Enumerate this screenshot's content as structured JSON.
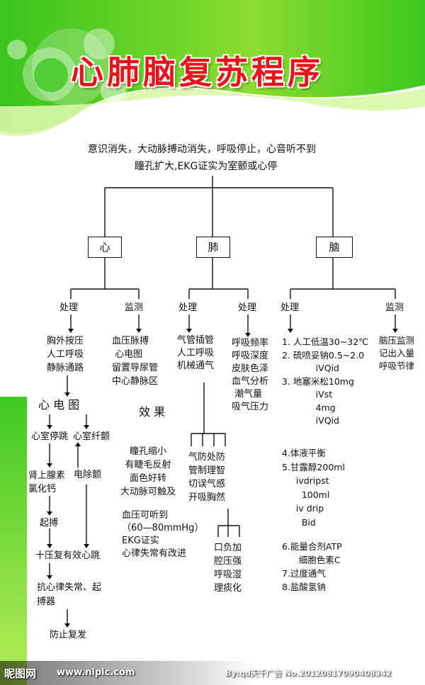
{
  "header": {
    "title": "心肺脑复苏程序"
  },
  "intro": {
    "line1": "意识消失，大动脉搏动消失，呼吸停止，心音听不到",
    "line2": "瞳孔扩大,EKG证实为室颤或心停"
  },
  "branches": {
    "heart": "心",
    "lung": "肺",
    "brain": "脑"
  },
  "heart": {
    "treat_label": "处理",
    "monitor_label": "监测",
    "treat_text": "胸外按压\n人工呼吸\n静脉通路",
    "monitor_text": "血压脉搏\n 心电图\n留置导尿管\n中心静脉区",
    "ecg_title": "心 电 图",
    "vstop": "心室停跳",
    "vfib": "心室纤颤",
    "drugs": "肾上腺素\n氯化钙",
    "defib": "电除颤",
    "pacing": "起搏",
    "effective": "十压复有效心跳",
    "antiarr": "抗心律失常、起\n搏器",
    "prevent": "防止复发",
    "effect_title": "效 果",
    "effect1": "瞳孔缩小\n有睫毛反射\n面色好转\n大动脉可触及",
    "effect2": "血压可听到\n（60—80mmHg）\nEKG证实\n心律失常有改进"
  },
  "lung": {
    "treat_label": "处理",
    "monitor_label": "处理",
    "treat_text": "气管插管\n人工呼吸\n机械通气",
    "monitor_text": "呼吸频率\n呼吸深度\n皮肤色泽\n血气分析\n 潮气量\n吸气压力",
    "cols_a": "气防处防\n管制理智\n切误气感\n开吸胸然",
    "cols_b": "口负加\n腔压强\n呼吸湿\n理痰化"
  },
  "brain": {
    "treat_label": "处理",
    "monitor_label": "监测",
    "treat_text": "1. 人工低温30~32℃\n2. 硫喷妥钠0.5~2.0\n            iVQid\n3. 地塞米松10mg\n            iVst\n            4mg\n            iVQid",
    "monitor_text": "脑压监测\n记出入量\n呼吸节律",
    "list2": "4.体液平衡\n5.甘露醇200ml\n     ivdripst\n       100ml\n     iv drip\n       Bid",
    "list3": "6.能量合剂ATP\n      细胞色素C\n7.过度通气\n8.盐酸氢钠"
  },
  "watermark": {
    "logo": "昵图网",
    "site": "www.nipic.com",
    "info": "By:qd天千广告  No.20120817090408342"
  },
  "colors": {
    "title_red": "#e8141c",
    "green": "#3cc81e",
    "light_green": "#b6ec5a"
  }
}
